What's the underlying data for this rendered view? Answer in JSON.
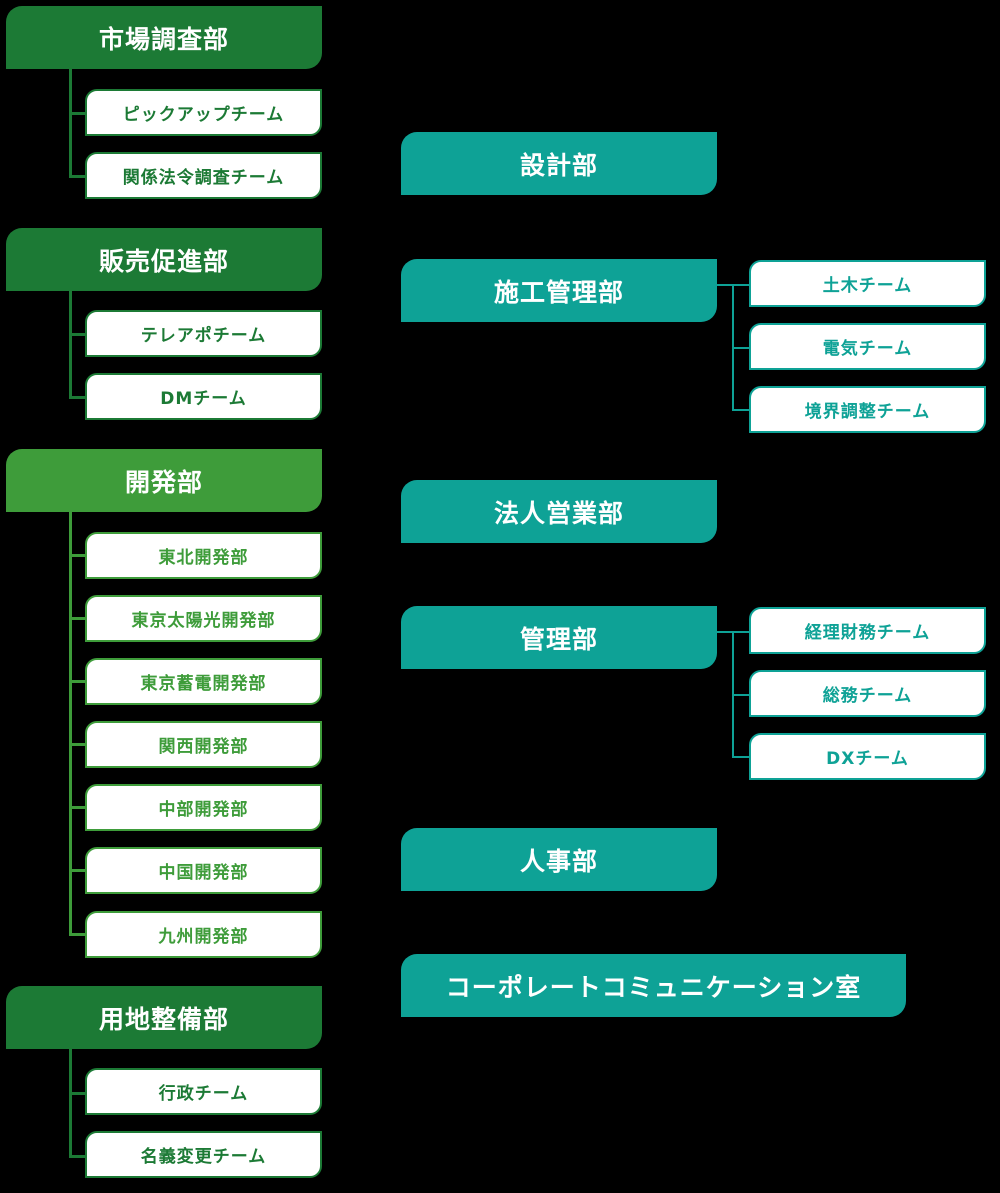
{
  "colors": {
    "background": "#000000",
    "dark_green": "#1c7a35",
    "light_green": "#3e9c3a",
    "teal": "#0ea296",
    "child_bg": "#ffffff"
  },
  "left_departments": [
    {
      "name": "市場調査部",
      "teams": [
        "ピックアップチーム",
        "関係法令調査チーム"
      ]
    },
    {
      "name": "販売促進部",
      "teams": [
        "テレアポチーム",
        "DMチーム"
      ]
    },
    {
      "name": "開発部",
      "teams": [
        "東北開発部",
        "東京太陽光開発部",
        "東京蓄電開発部",
        "関西開発部",
        "中部開発部",
        "中国開発部",
        "九州開発部"
      ]
    },
    {
      "name": "用地整備部",
      "teams": [
        "行政チーム",
        "名義変更チーム"
      ]
    }
  ],
  "right_departments": [
    {
      "name": "設計部",
      "teams": []
    },
    {
      "name": "施工管理部",
      "teams": [
        "土木チーム",
        "電気チーム",
        "境界調整チーム"
      ]
    },
    {
      "name": "法人営業部",
      "teams": []
    },
    {
      "name": "管理部",
      "teams": [
        "経理財務チーム",
        "総務チーム",
        "DXチーム"
      ]
    },
    {
      "name": "人事部",
      "teams": []
    },
    {
      "name": "コーポレートコミュニケーション室",
      "teams": []
    }
  ]
}
